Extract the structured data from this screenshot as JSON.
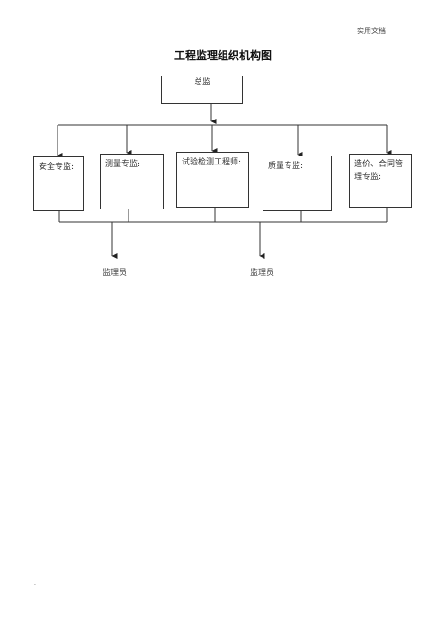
{
  "header_note": "实用文档",
  "title": "工程监理组织机构图",
  "root": {
    "label": "总监"
  },
  "specialists": [
    {
      "label": "安全专监:"
    },
    {
      "label": "测量专监:"
    },
    {
      "label": "试验检测工程师:"
    },
    {
      "label": "质量专监:"
    },
    {
      "label": "造价、合同管理专监:"
    }
  ],
  "staff": [
    {
      "label": "监理员"
    },
    {
      "label": "监理员"
    }
  ],
  "footer_mark": "."
}
